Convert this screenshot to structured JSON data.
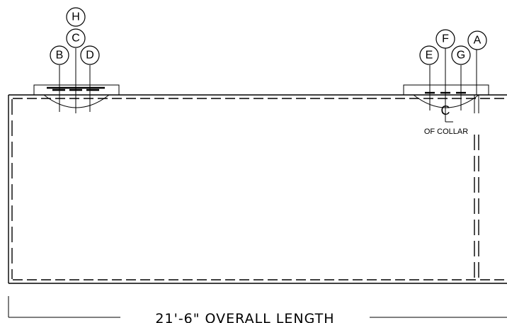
{
  "callouts": {
    "left": [
      "H",
      "C",
      "B",
      "D"
    ],
    "right": [
      "F",
      "A",
      "E",
      "G"
    ]
  },
  "centerline": {
    "symbol": "C",
    "note": "OF COLLAR"
  },
  "dimension": {
    "label": "21'-6\" OVERALL LENGTH"
  }
}
